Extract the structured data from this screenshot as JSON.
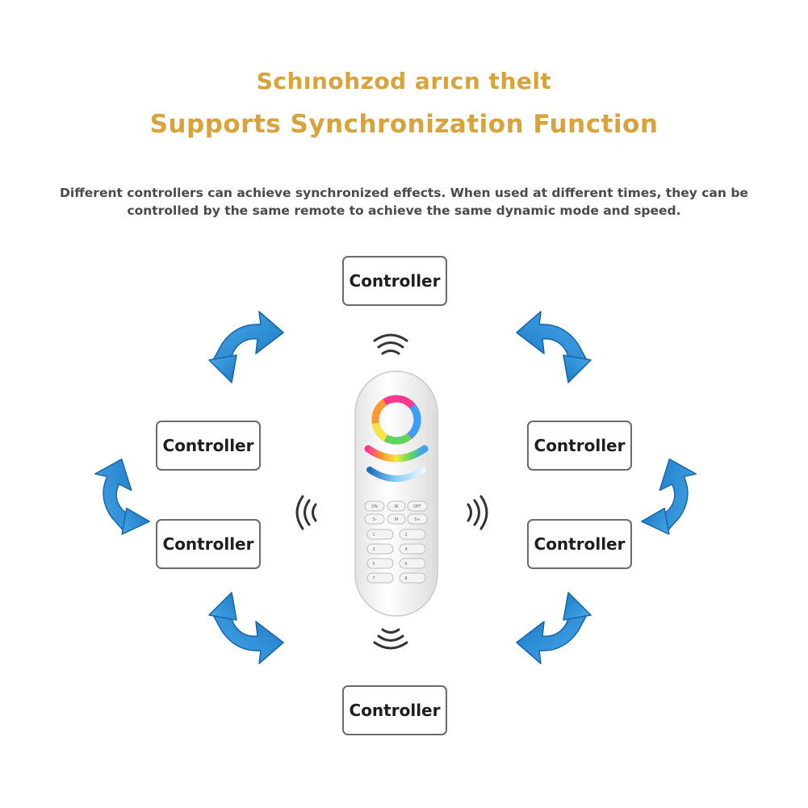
{
  "header": {
    "title_line1": "Schınohzod arıcn thelt",
    "title_line2": "Supports Synchronization Function",
    "description": "Different controllers can achieve synchronized effects. When used at different times, they can be controlled by the same remote to achieve the same dynamic mode and speed."
  },
  "diagram": {
    "controllers": [
      {
        "label": "Controller"
      },
      {
        "label": "Controller"
      },
      {
        "label": "Controller"
      },
      {
        "label": "Controller"
      },
      {
        "label": "Controller"
      },
      {
        "label": "Controller"
      }
    ],
    "remote": {
      "buttons": [
        "ON",
        "W",
        "OFF",
        "S-",
        "M",
        "S+"
      ],
      "zone_keys": [
        "1",
        "2",
        "3",
        "4",
        "5",
        "6",
        "7",
        "8"
      ]
    }
  },
  "colors": {
    "title": "#d9a23a",
    "arrow": "#2f93d8",
    "box_border": "#6b6b6b",
    "text": "#4a4a4a"
  },
  "icons": [
    "curved-double-arrow-icon",
    "wireless-signal-icon",
    "remote-control-icon"
  ]
}
